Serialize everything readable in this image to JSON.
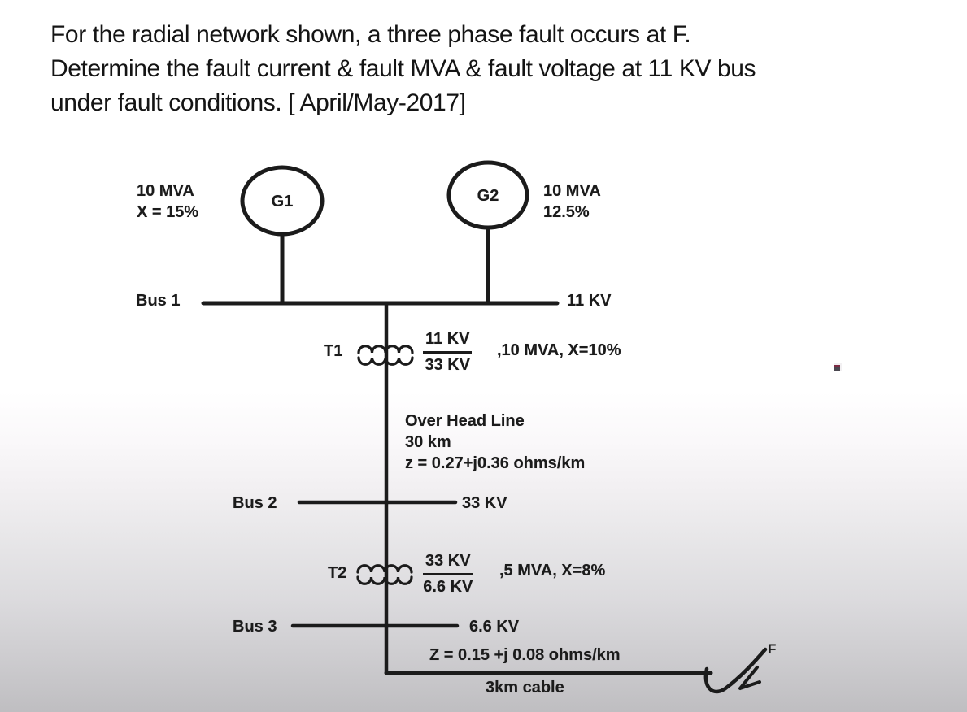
{
  "problem": {
    "line1": "For the radial network shown, a three phase fault occurs at F.",
    "line2": "Determine the fault current & fault MVA & fault voltage at 11 KV bus",
    "line3": "under fault conditions. [ April/May-2017]"
  },
  "diagram": {
    "g1": {
      "id": "G1",
      "rating1": "10 MVA",
      "rating2": "X = 15%"
    },
    "g2": {
      "id": "G2",
      "rating1": "10 MVA",
      "rating2": "12.5%"
    },
    "bus1": {
      "label": "Bus 1",
      "voltage": "11 KV"
    },
    "t1": {
      "id": "T1",
      "ratio_num": "11 KV",
      "ratio_den": "33 KV",
      "rating": ",10 MVA, X=10%"
    },
    "overhead_line": {
      "line1": "Over Head Line",
      "line2": "30 km",
      "line3": "z = 0.27+j0.36 ohms/km"
    },
    "bus2": {
      "label": "Bus 2",
      "voltage": "33 KV"
    },
    "t2": {
      "id": "T2",
      "ratio_num": "33 KV",
      "ratio_den": "6.6 KV",
      "rating": ",5 MVA, X=8%"
    },
    "bus3": {
      "label": "Bus 3",
      "voltage": "6.6 KV"
    },
    "cable": {
      "impedance": "Z = 0.15 +j 0.08 ohms/km",
      "length": "3km cable"
    },
    "fault": {
      "label": "F"
    }
  },
  "colors": {
    "ink": "#1b1b1b",
    "background_top": "#ffffff",
    "background_bottom": "#bfbec1",
    "artifact_mark": "#7d2b44"
  }
}
